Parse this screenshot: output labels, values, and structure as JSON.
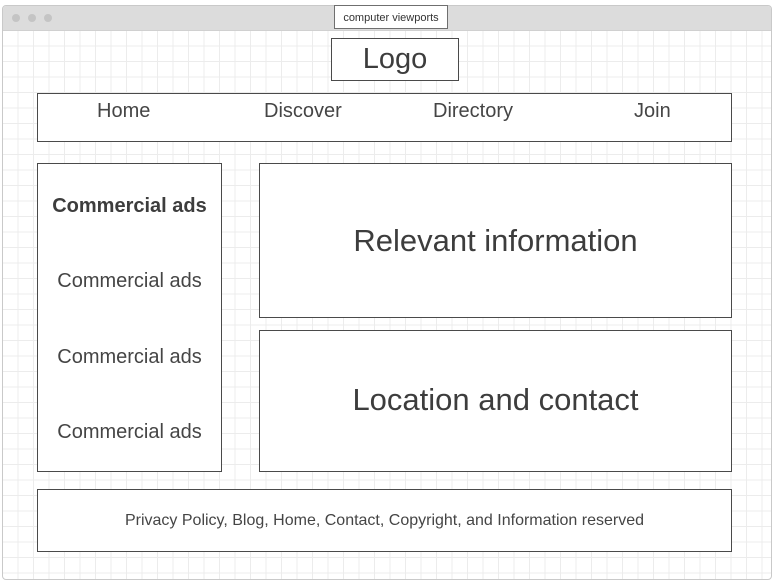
{
  "window": {
    "viewport_label": "computer viewports"
  },
  "header": {
    "logo": "Logo"
  },
  "nav": {
    "items": [
      {
        "label": "Home"
      },
      {
        "label": "Discover"
      },
      {
        "label": "Directory"
      },
      {
        "label": "Join"
      }
    ]
  },
  "sidebar": {
    "ads": [
      {
        "label": "Commercial ads"
      },
      {
        "label": "Commercial ads"
      },
      {
        "label": "Commercial ads"
      },
      {
        "label": "Commercial ads"
      }
    ]
  },
  "main": {
    "relevant_info": "Relevant information",
    "location_contact": "Location and contact"
  },
  "footer": {
    "text": "Privacy Policy, Blog, Home, Contact, Copyright, and Information reserved"
  },
  "colors": {
    "border": "#4a4a4a",
    "text": "#454545",
    "grid": "#ececec",
    "titlebar": "#dcdcdc"
  }
}
